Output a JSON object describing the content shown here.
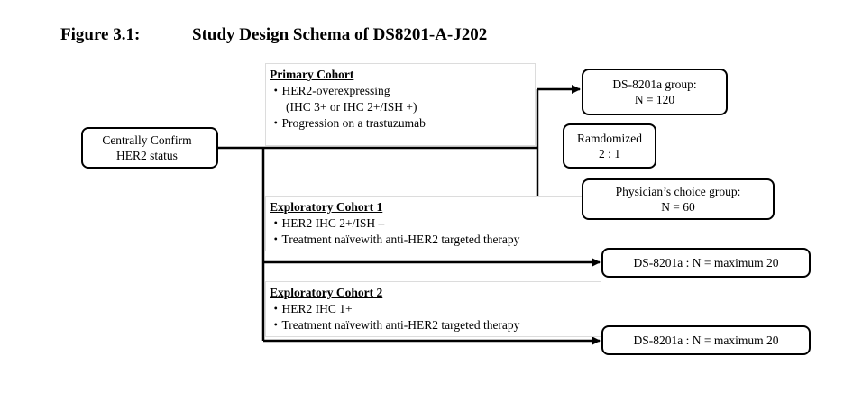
{
  "figure": {
    "label": "Figure 3.1:",
    "title": "Study Design Schema of DS8201-A-J202"
  },
  "start_box": {
    "line1": "Centrally Confirm",
    "line2": "HER2 status"
  },
  "primary_cohort": {
    "title": "Primary Cohort",
    "lines": [
      "・HER2-overexpressing",
      "(IHC 3+ or IHC 2+/ISH +)",
      "・Progression on a trastuzumab"
    ]
  },
  "exploratory_cohort_1": {
    "title": "Exploratory Cohort 1",
    "lines": [
      "・HER2 IHC 2+/ISH –",
      "・Treatment naïvewith anti-HER2 targeted therapy"
    ]
  },
  "exploratory_cohort_2": {
    "title": "Exploratory Cohort 2",
    "lines": [
      "・HER2 IHC 1+",
      "・Treatment naïvewith anti-HER2 targeted therapy"
    ]
  },
  "randomized_box": {
    "line1": "Ramdomized",
    "line2": "2 : 1"
  },
  "arm_ds8201a": {
    "line1": "DS-8201a group:",
    "line2": "N = 120"
  },
  "arm_physician": {
    "line1": "Physician’s choice group:",
    "line2": "N = 60"
  },
  "outcome_exploratory_1": "DS-8201a : N = maximum 20",
  "outcome_exploratory_2": "DS-8201a : N = maximum 20"
}
